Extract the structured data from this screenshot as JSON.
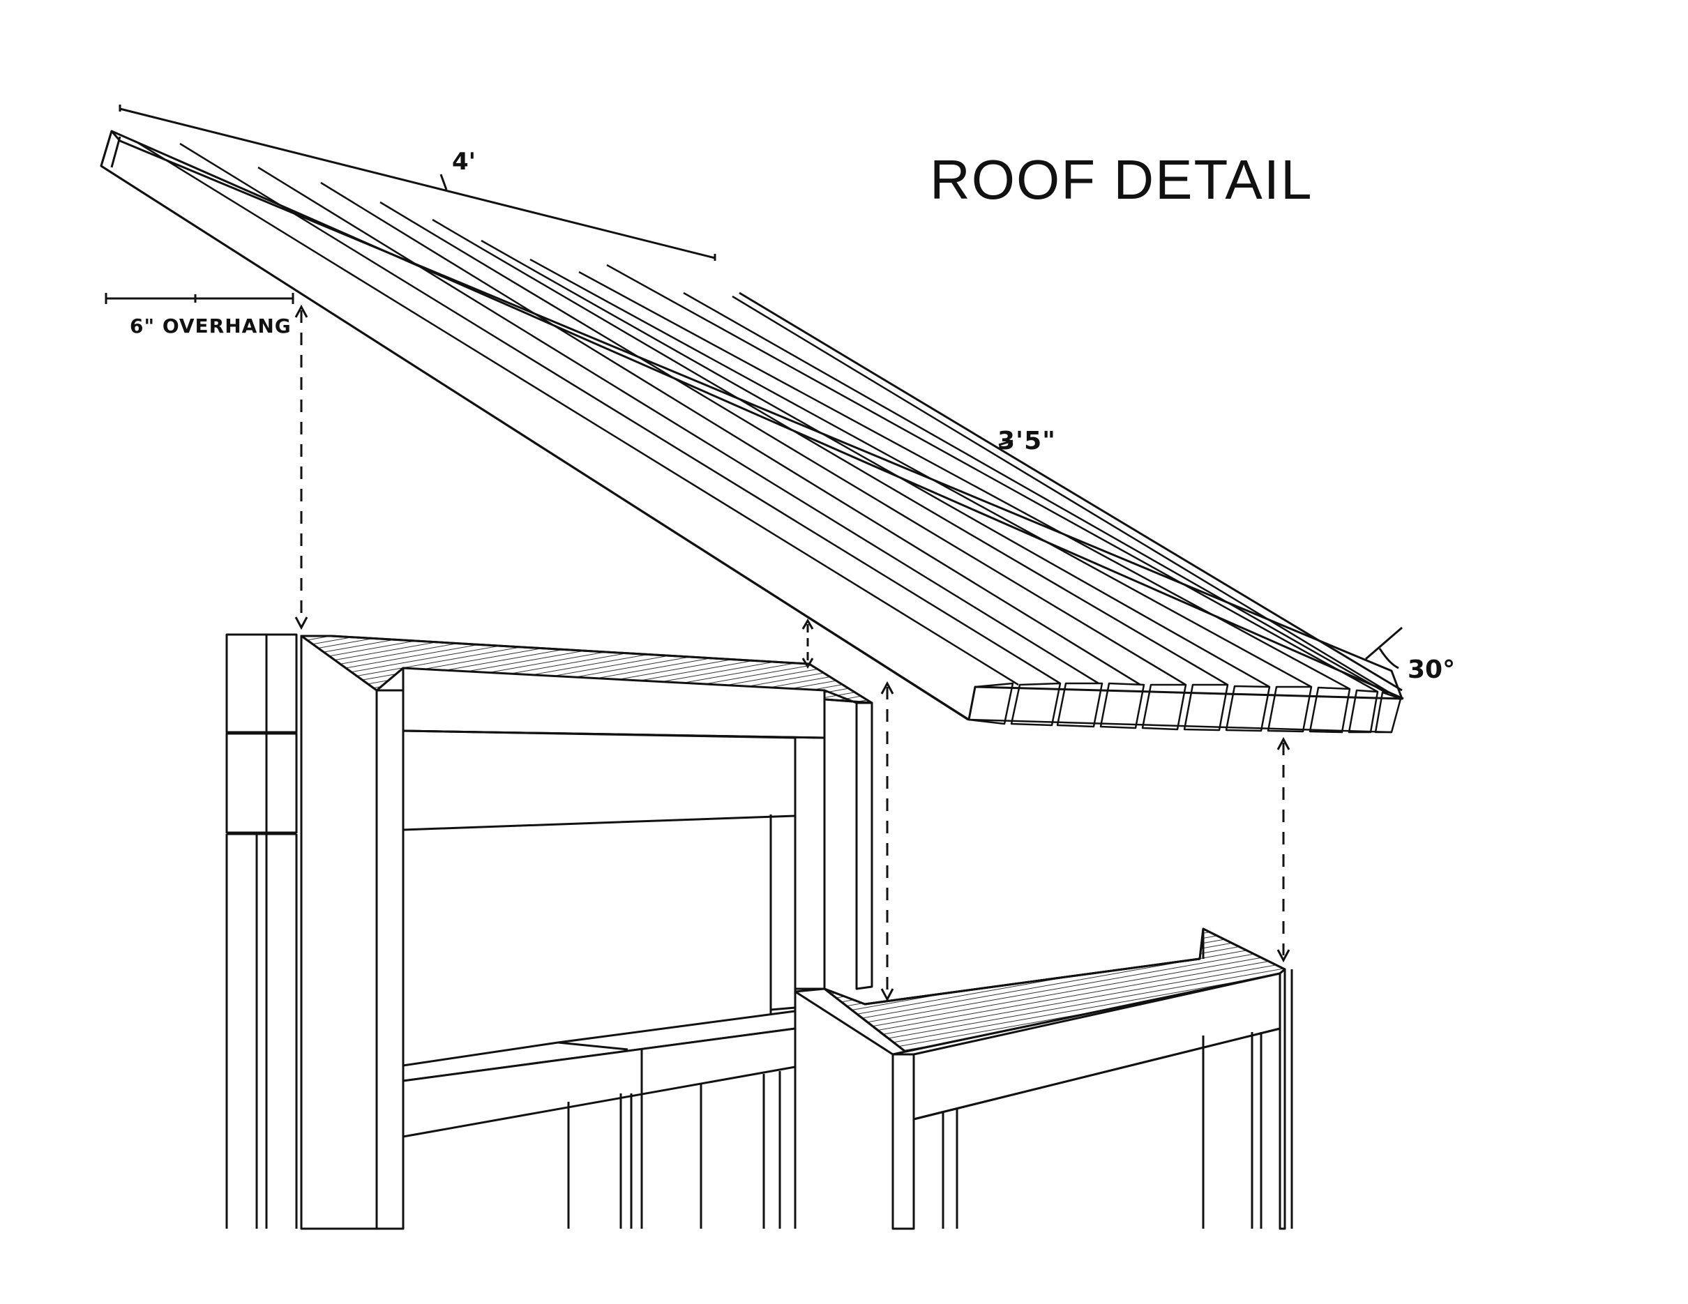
{
  "title": "ROOF DETAIL",
  "labels": {
    "width": "4'",
    "overhang": "6\" OVERHANG",
    "slope_length": "3'5\"",
    "angle": "30°"
  },
  "colors": {
    "ink": "#111111",
    "paper": "#ffffff"
  }
}
